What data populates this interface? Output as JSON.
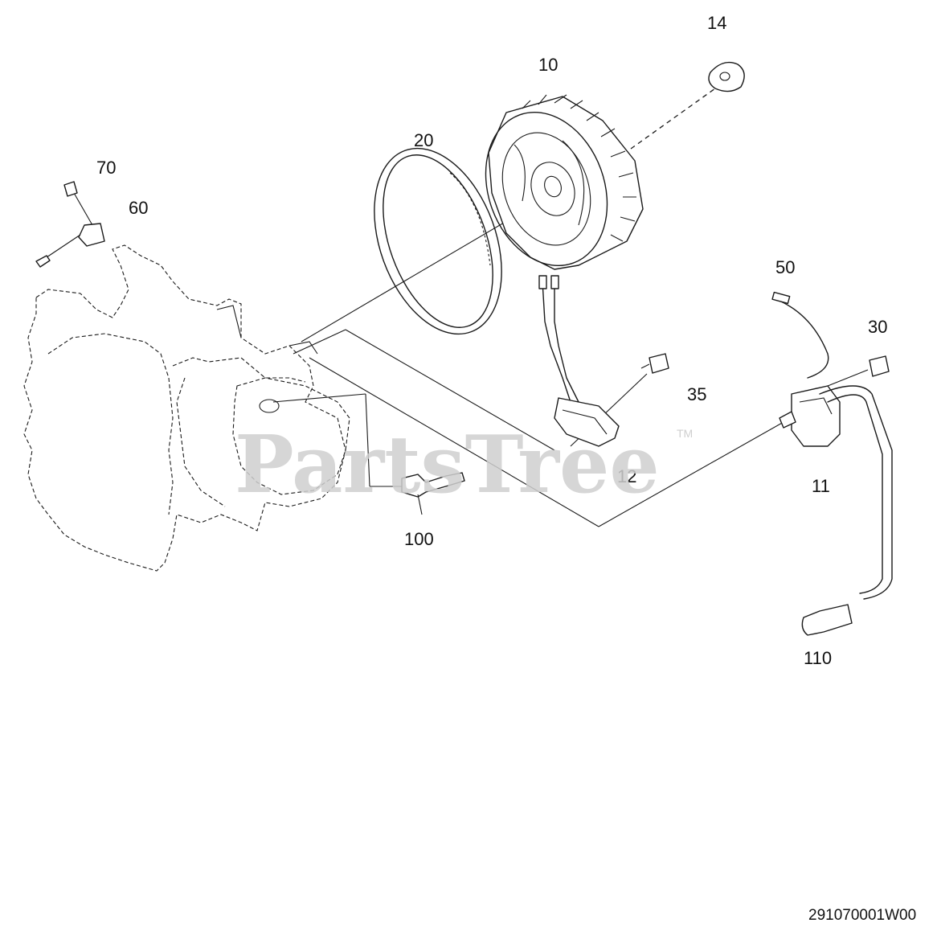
{
  "watermark": {
    "text": "PartsTree",
    "tm": "TM"
  },
  "diagram_code": "291070001W00",
  "callouts": {
    "c14": "14",
    "c10": "10",
    "c20": "20",
    "c70": "70",
    "c60": "60",
    "c50": "50",
    "c30": "30",
    "c35": "35",
    "c12": "12",
    "c11": "11",
    "c100": "100",
    "c110": "110"
  }
}
